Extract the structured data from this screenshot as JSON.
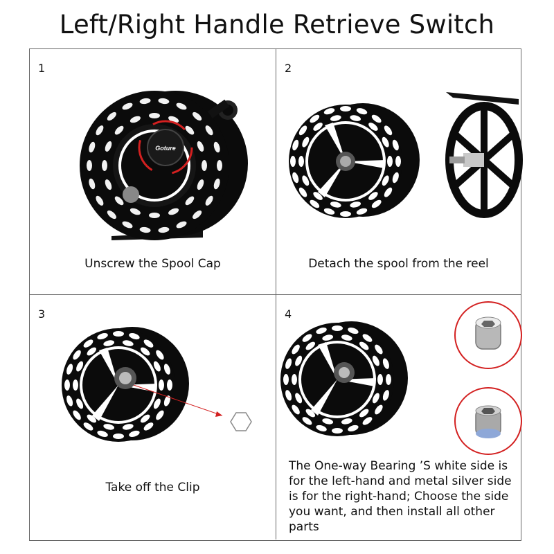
{
  "title": "Left/Right Handle Retrieve Switch",
  "steps": [
    {
      "number": "1",
      "caption": "Unscrew the Spool Cap",
      "brand": "Goture"
    },
    {
      "number": "2",
      "caption": "Detach the spool from the reel"
    },
    {
      "number": "3",
      "caption": "Take off the Clip"
    },
    {
      "number": "4",
      "caption": "The One-way Bearing ’S white side is for the left-hand and metal silver side is for the right-hand; Choose the side you want, and then install all other parts"
    }
  ],
  "colors": {
    "reel": "#0b0b0b",
    "accent_red": "#d32020",
    "border": "#666666"
  }
}
